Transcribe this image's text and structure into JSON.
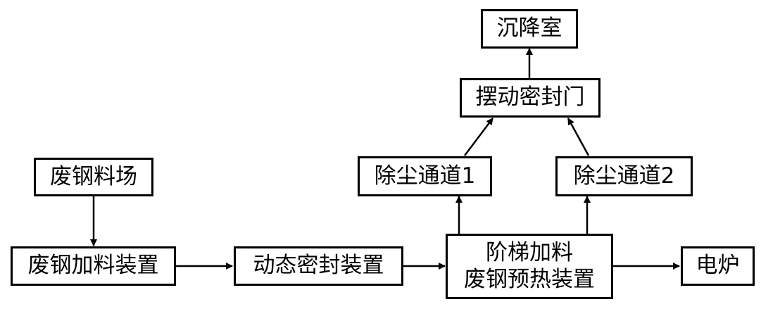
{
  "nodes": {
    "scrap_yard": "废钢料场",
    "scrap_feeder": "废钢加料装置",
    "dynamic_seal": "动态密封装置",
    "preheater_line1": "阶梯加料",
    "preheater_line2": "废钢预热装置",
    "electric_furnace": "电炉",
    "dust_channel_1": "除尘通道1",
    "dust_channel_2": "除尘通道2",
    "swing_seal_door": "摆动密封门",
    "settling_chamber": "沉降室"
  },
  "edges": [
    {
      "from": "scrap_yard",
      "to": "scrap_feeder"
    },
    {
      "from": "scrap_feeder",
      "to": "dynamic_seal"
    },
    {
      "from": "dynamic_seal",
      "to": "preheater"
    },
    {
      "from": "preheater",
      "to": "electric_furnace"
    },
    {
      "from": "preheater",
      "to": "dust_channel_1"
    },
    {
      "from": "preheater",
      "to": "dust_channel_2"
    },
    {
      "from": "dust_channel_1",
      "to": "swing_seal_door"
    },
    {
      "from": "dust_channel_2",
      "to": "swing_seal_door"
    },
    {
      "from": "swing_seal_door",
      "to": "settling_chamber"
    }
  ]
}
